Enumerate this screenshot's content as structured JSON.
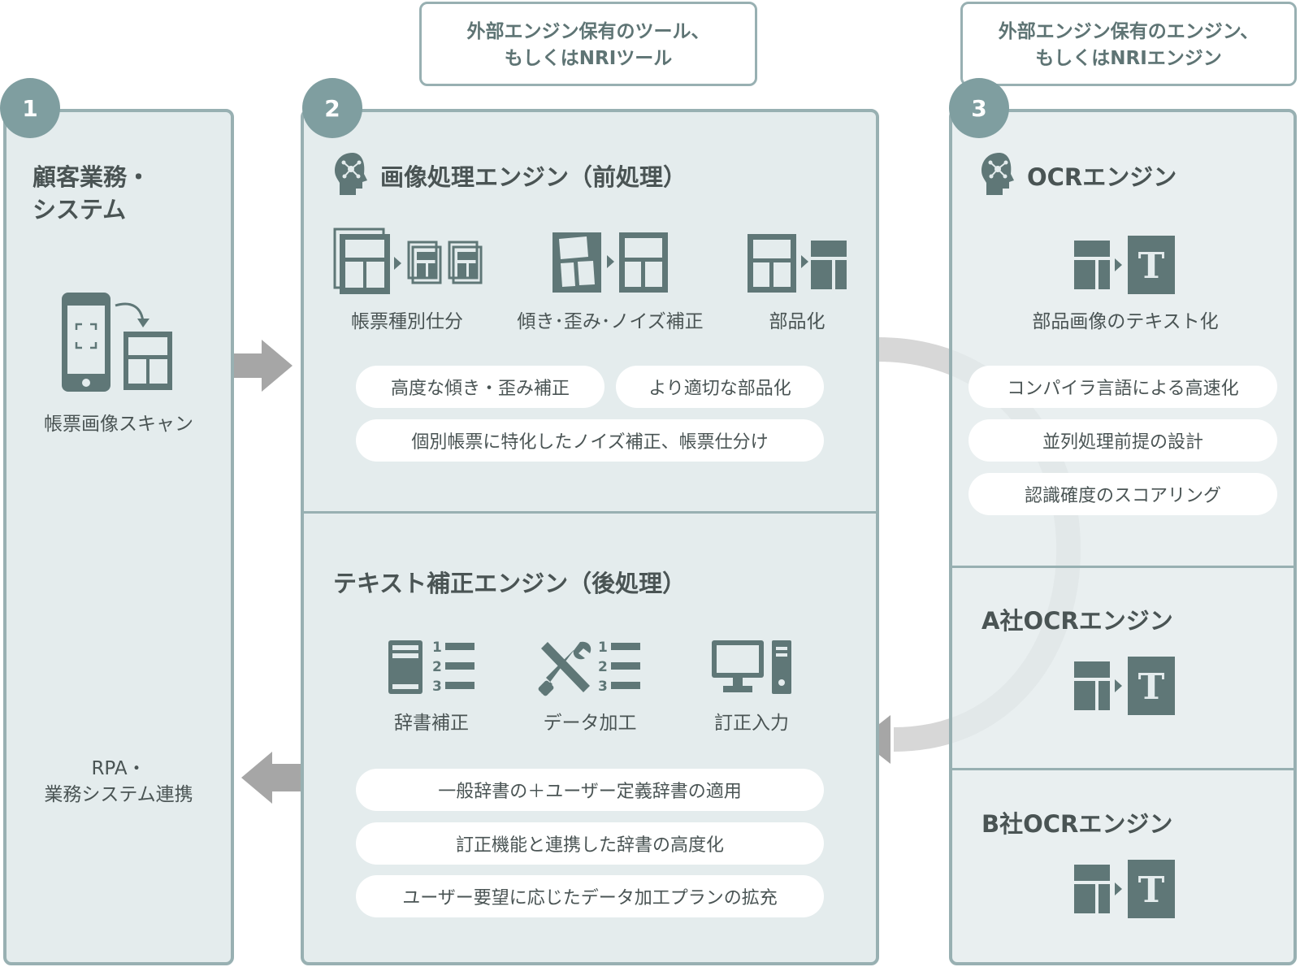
{
  "notes": {
    "tools": [
      "外部エンジン保有のツール、",
      "もしくはNRIツール"
    ],
    "engines": [
      "外部エンジン保有のエンジン、",
      "もしくはNRIエンジン"
    ]
  },
  "col1": {
    "number": "1",
    "title_lines": [
      "顧客業務・",
      "システム"
    ],
    "scan_label": "帳票画像スキャン",
    "rpa_lines": [
      "RPA・",
      "業務システム連携"
    ]
  },
  "col2": {
    "number": "2",
    "pre": {
      "title": "画像処理エンジン（前処理）",
      "icons": [
        "帳票種別仕分",
        "傾き･歪み･ノイズ補正",
        "部品化"
      ],
      "pills": [
        "高度な傾き・歪み補正",
        "より適切な部品化",
        "個別帳票に特化したノイズ補正、帳票仕分け"
      ]
    },
    "post": {
      "title": "テキスト補正エンジン（後処理）",
      "icons": [
        "辞書補正",
        "データ加工",
        "訂正入力"
      ],
      "list_numbers": [
        "1",
        "2",
        "3"
      ],
      "pills": [
        "一般辞書の＋ユーザー定義辞書の適用",
        "訂正機能と連携した辞書の高度化",
        "ユーザー要望に応じたデータ加工プランの拡充"
      ]
    }
  },
  "col3": {
    "number": "3",
    "ocr": {
      "title": "OCRエンジン",
      "icon_label": "部品画像のテキスト化",
      "pills": [
        "コンパイラ言語による高速化",
        "並列処理前提の設計",
        "認識確度のスコアリング"
      ]
    },
    "a": {
      "title": "A社OCRエンジン"
    },
    "b": {
      "title": "B社OCRエンジン"
    },
    "t_glyph": "T"
  },
  "colors": {
    "panel_bg": "#e4eced",
    "panel_border": "#98b0b2",
    "badge": "#7f9ea0",
    "icon": "#5f7777",
    "arrow": "#a6a6a6"
  }
}
